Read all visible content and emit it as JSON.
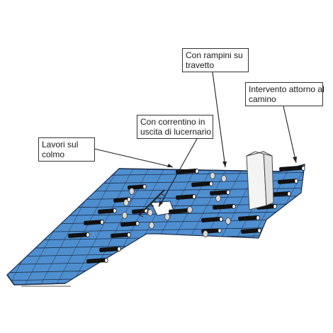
{
  "callouts": {
    "ridge": {
      "line1": "Lavori sul",
      "line2": "colmo"
    },
    "batten": {
      "line1": "Con correntino in",
      "line2": "uscita di lucernario"
    },
    "hooks": {
      "line1": "Con rampini su",
      "line2": "travetto"
    },
    "chimney": {
      "line1": "Intervento attorno al",
      "line2": "camino"
    }
  },
  "colors": {
    "roof": "#4f8fd0",
    "roof_shade": "#3d78b6",
    "tile_lines": "#1b2e4a",
    "rollers": "#111111",
    "hooks": "#d8d8d8",
    "chimney": "#f4f4f4",
    "callout_border": "#333333"
  }
}
